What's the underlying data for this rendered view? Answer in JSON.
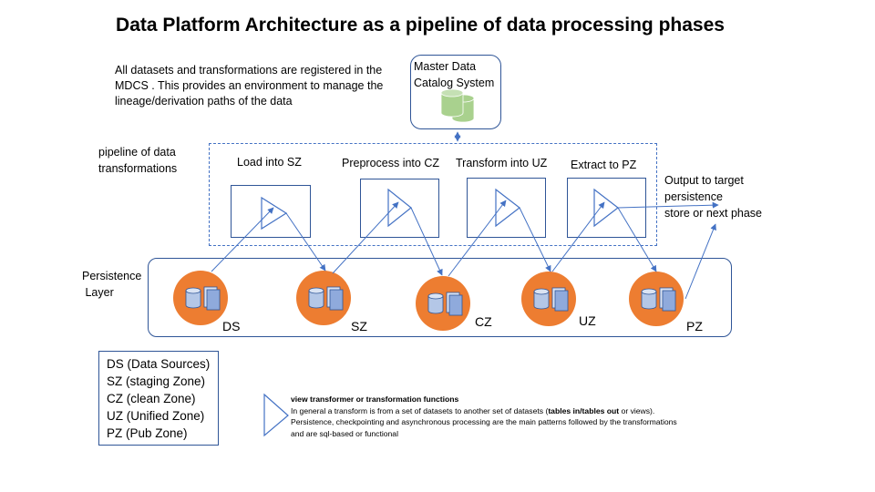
{
  "title": "Data Platform Architecture as a pipeline of data processing phases",
  "intro_text": "All  datasets and transformations are registered in the MDCS . This provides an environment to manage the lineage/derivation paths of the data",
  "mdcs": {
    "label_line1": "Master Data",
    "label_line2": "Catalog System",
    "icon": "database-icon",
    "icon_color": "#a9d18e"
  },
  "pipeline_label_line1": "pipeline of data",
  "pipeline_label_line2": "transformations",
  "persistence_label_line1": "Persistence",
  "persistence_label_line2": " Layer",
  "stages": [
    {
      "label": "Load into SZ"
    },
    {
      "label": "Preprocess into CZ"
    },
    {
      "label": "Transform into UZ"
    },
    {
      "label": "Extract to PZ"
    }
  ],
  "output_label_line1": "Output to target",
  "output_label_line2": "persistence",
  "output_label_line3": "store or next phase",
  "zones": [
    {
      "code": "DS"
    },
    {
      "code": "SZ"
    },
    {
      "code": "CZ"
    },
    {
      "code": "UZ"
    },
    {
      "code": "PZ"
    }
  ],
  "legend": [
    "DS (Data Sources)",
    "SZ (staging Zone)",
    "CZ (clean Zone)",
    "UZ (Unified Zone)",
    "PZ (Pub Zone)"
  ],
  "note": {
    "title": "view transformer or transformation functions",
    "line1_pre": "In general a transform is from a  set of datasets  to another set of datasets (",
    "line1_bold": "tables in/tables out",
    "line1_post": " or views).",
    "line2": "Persistence, checkpointing and asynchronous processing are the main patterns followed by the transformations",
    "line3": "and are sql-based or functional"
  },
  "colors": {
    "line": "#4472c4",
    "border": "#2f5597",
    "zone_fill": "#ed7d31",
    "db_fill": "#8faadc",
    "db_fill_light": "#dae3f3"
  }
}
